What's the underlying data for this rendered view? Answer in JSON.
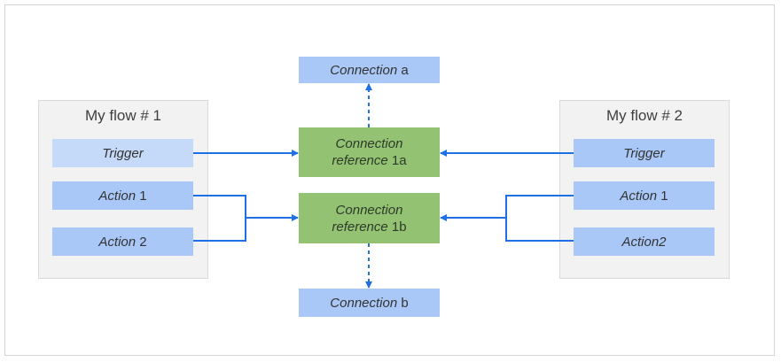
{
  "flow1": {
    "title": "My flow # 1",
    "trigger": "Trigger",
    "action1_italic": "Action",
    "action1_num": " 1",
    "action2_italic": "Action",
    "action2_num": " 2"
  },
  "flow2": {
    "title": "My flow # 2",
    "trigger": "Trigger",
    "action1_italic": "Action",
    "action1_num": " 1",
    "action2_italic": "Action2",
    "action2_num": ""
  },
  "connection_a": {
    "italic": "Connection",
    "suffix": " a"
  },
  "connection_b": {
    "italic": "Connection",
    "suffix": " b"
  },
  "ref_1a": {
    "line1": "Connection",
    "line2_italic": "reference",
    "line2_suffix": " 1a"
  },
  "ref_1b": {
    "line1": "Connection",
    "line2_italic": "reference",
    "line2_suffix": " 1b"
  },
  "colors": {
    "arrow": "#1f6fe5",
    "connection_box": "#a9c8f7",
    "reference_box": "#92c272",
    "group_bg": "#f2f2f2"
  }
}
